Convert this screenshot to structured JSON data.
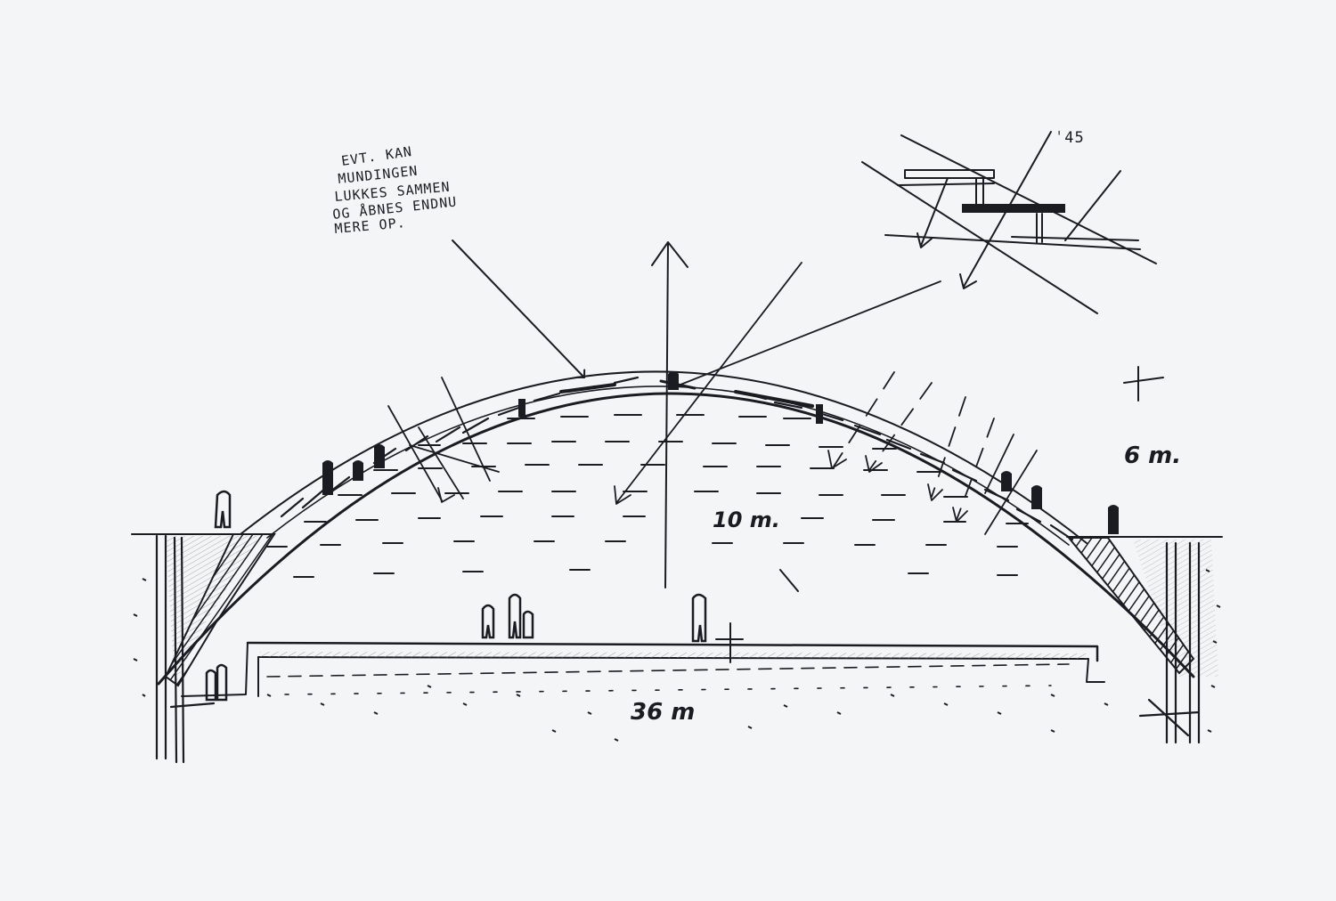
{
  "note": {
    "lines": [
      "EVT. KAN",
      "MUNDINGEN",
      "LUKKES SAMMEN",
      "OG ÅBNES ENDNU",
      "MERE OP."
    ]
  },
  "labels": {
    "detail_angle": "ˈ45",
    "height_outer": "6 m.",
    "height_inner": "10 m.",
    "span": "36 m"
  },
  "colors": {
    "ink": "#1b1b22",
    "paper": "#f4f5f7",
    "pencil": "#8a8a8a"
  }
}
